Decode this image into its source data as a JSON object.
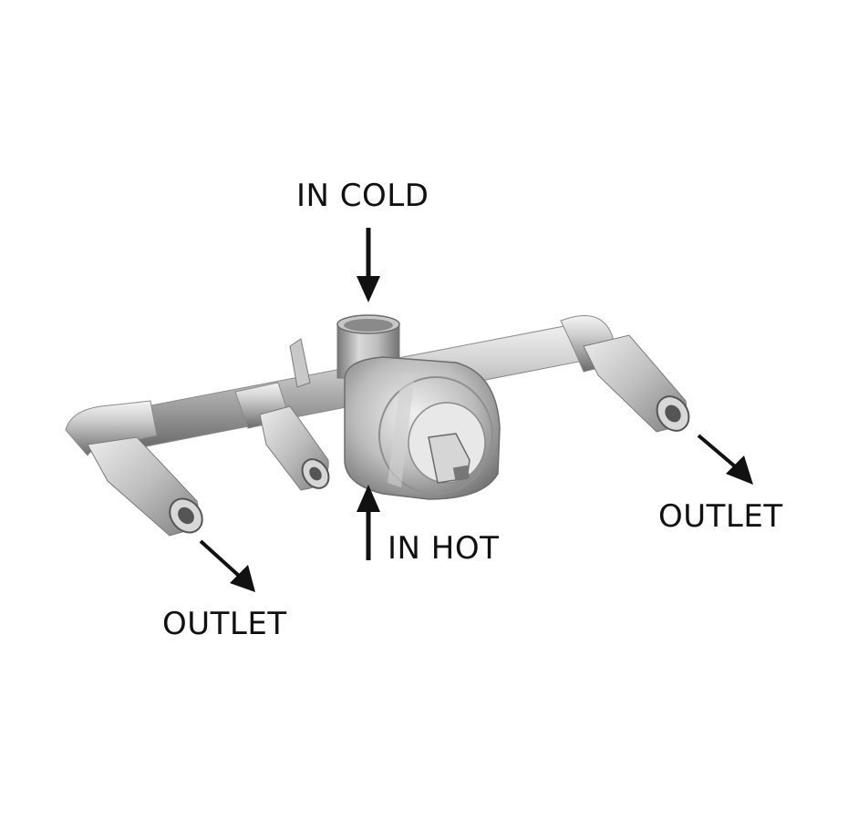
{
  "labels": {
    "in_cold": "IN COLD",
    "in_hot": "IN HOT",
    "outlet_left": "OUTLET",
    "outlet_right": "OUTLET"
  },
  "colors": {
    "background": "#ffffff",
    "text": "#111111",
    "arrow": "#111111",
    "metal_light": "#e2e2e2",
    "metal_mid": "#a9a9a9",
    "metal_dark": "#6f6f6f"
  }
}
